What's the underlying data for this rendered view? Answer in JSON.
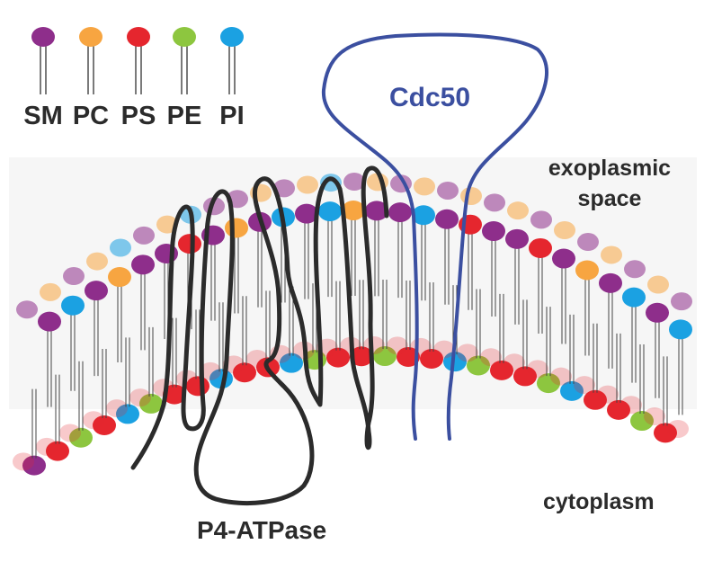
{
  "legend": [
    {
      "label": "SM",
      "color": "#8E2E8B"
    },
    {
      "label": "PC",
      "color": "#F7A541"
    },
    {
      "label": "PS",
      "color": "#E5262E"
    },
    {
      "label": "PE",
      "color": "#8DC63F"
    },
    {
      "label": "PI",
      "color": "#1BA1E2"
    }
  ],
  "labels": {
    "cdc50": "Cdc50",
    "exoplasmic_line1": "exoplasmic",
    "exoplasmic_line2": "space",
    "cytoplasm": "cytoplasm",
    "p4_atpase": "P4-ATPase"
  },
  "colors": {
    "cdc50_protein": "#3B4FA0",
    "p4_atpase_protein": "#2B2B2B",
    "label_text": "#2B2B2B",
    "membrane_core": "#EDEDED"
  }
}
